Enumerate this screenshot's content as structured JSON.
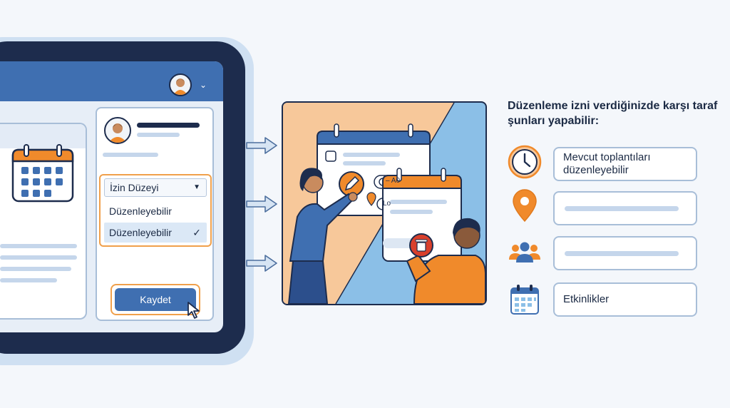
{
  "ui": {
    "permission_dropdown": {
      "label": "İzin Düzeyi",
      "options": [
        "Düzenleyebilir",
        "Düzenleyebilir"
      ],
      "selected": "Düzenleyebilir"
    },
    "save_button": {
      "label": "Kaydet"
    }
  },
  "illustration": {
    "chip_time": "– A0",
    "chip_location": "Lo"
  },
  "info_panel": {
    "heading": "Düzenleme izni verdiğinizde karşı taraf şunları yapabilir:",
    "items": [
      {
        "icon": "clock-icon",
        "text": "Mevcut toplantıları düzenleyebilir"
      },
      {
        "icon": "location-pin-icon",
        "text": ""
      },
      {
        "icon": "people-icon",
        "text": ""
      },
      {
        "icon": "calendar-icon",
        "text": "Etkinlikler"
      }
    ]
  },
  "colors": {
    "primary_blue": "#3f6fb1",
    "navy": "#1d2c4d",
    "accent_orange": "#f08a2b",
    "light_blue": "#8bbfe7",
    "peach": "#f7c89a"
  }
}
